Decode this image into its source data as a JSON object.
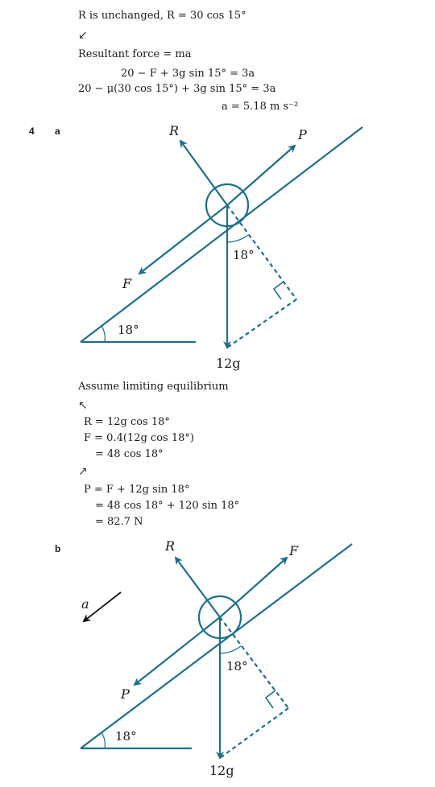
{
  "prev": {
    "line1": "R is unchanged, R = 30 cos 15°",
    "dir_arrow": "↙",
    "line2": "Resultant force = ma",
    "line3": "20 − F + 3g sin 15° = 3a",
    "line4": "20 − μ(30 cos 15°) + 3g sin 15° = 3a",
    "line5": "a = 5.18 m s⁻²"
  },
  "q4": {
    "number": "4",
    "part_a": "a",
    "part_b": "b"
  },
  "fig_a": {
    "R": "R",
    "P": "P",
    "F": "F",
    "weight": "12g",
    "angle_plane": "18°",
    "angle_weight": "18°"
  },
  "work_a": {
    "assume": "Assume limiting equilibrium",
    "arrow_perp": "↖",
    "l1": "R = 12g cos 18°",
    "l2": "F = 0.4(12g cos 18°)",
    "l3": "= 48 cos 18°",
    "arrow_par": "↗",
    "l4": "P = F + 12g sin 18°",
    "l5": "= 48 cos 18° + 120 sin 18°",
    "l6": "= 82.7 N"
  },
  "fig_b": {
    "R": "R",
    "F": "F",
    "P": "P",
    "a": "a",
    "weight": "12g",
    "angle_plane": "18°",
    "angle_weight": "18°"
  },
  "colors": {
    "diagram": "#1d6f8c",
    "text": "#1a1a1a"
  }
}
